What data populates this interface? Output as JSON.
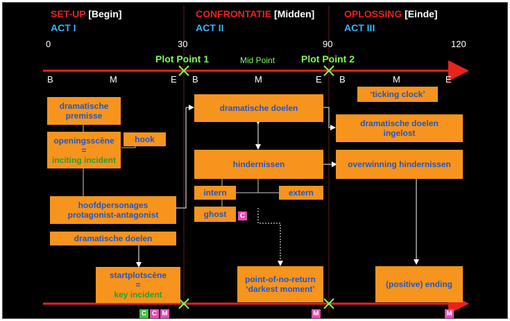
{
  "acts": [
    {
      "title_part1": "SET-UP",
      "title_part2": "[Begin]",
      "act": "ACT I"
    },
    {
      "title_part1": "CONFRONTATIE",
      "title_part2": "[Midden]",
      "act": "ACT II"
    },
    {
      "title_part1": "OPLOSSING",
      "title_part2": "[Einde]",
      "act": "ACT III"
    }
  ],
  "timeline": {
    "ticks": [
      "0",
      "30",
      "90",
      "120"
    ],
    "plot_point_1": "Plot Point 1",
    "mid_point": "Mid Point",
    "plot_point_2": "Plot Point 2",
    "bme": [
      "B",
      "M",
      "E"
    ]
  },
  "boxes": {
    "premisse": {
      "line1": "dramatische",
      "line2": "premisse"
    },
    "openingsscene": {
      "line1": "openingsscène",
      "line2": "=",
      "line3": "inciting incident"
    },
    "hook": "hook",
    "hoofdpersonages": {
      "line1": "hoofdpersonages",
      "line2": "protagonist-antagonist"
    },
    "doelen_act1": "dramatische doelen",
    "startplotscene": {
      "line1": "startplotscène",
      "line2": "=",
      "line3": "key incident"
    },
    "doelen_act2": "dramatische doelen",
    "hindernissen": "hindernissen",
    "intern": "intern",
    "extern": "extern",
    "ghost": "ghost",
    "point_of_no_return": {
      "line1": "point-of-no-return",
      "line2": "‘darkest moment’"
    },
    "ticking_clock": "‘ticking clock’",
    "doelen_ingelost": {
      "line1": "dramatische doelen",
      "line2": "ingelost"
    },
    "overwinning": "overwinning hindernissen",
    "ending": "(positive) ending"
  },
  "tags": {
    "ghost_tag": "C",
    "bottom_act1": [
      "C",
      "C",
      "M"
    ],
    "bottom_act2": "M",
    "bottom_act3": "M"
  },
  "colors": {
    "background": "#000000",
    "box": "#f7941d",
    "box_text": "#2357c5",
    "timeline": "#e8231e",
    "plot_point": "#7cfc5c",
    "act_title": "#e8231e",
    "act_label": "#35b6ff"
  }
}
